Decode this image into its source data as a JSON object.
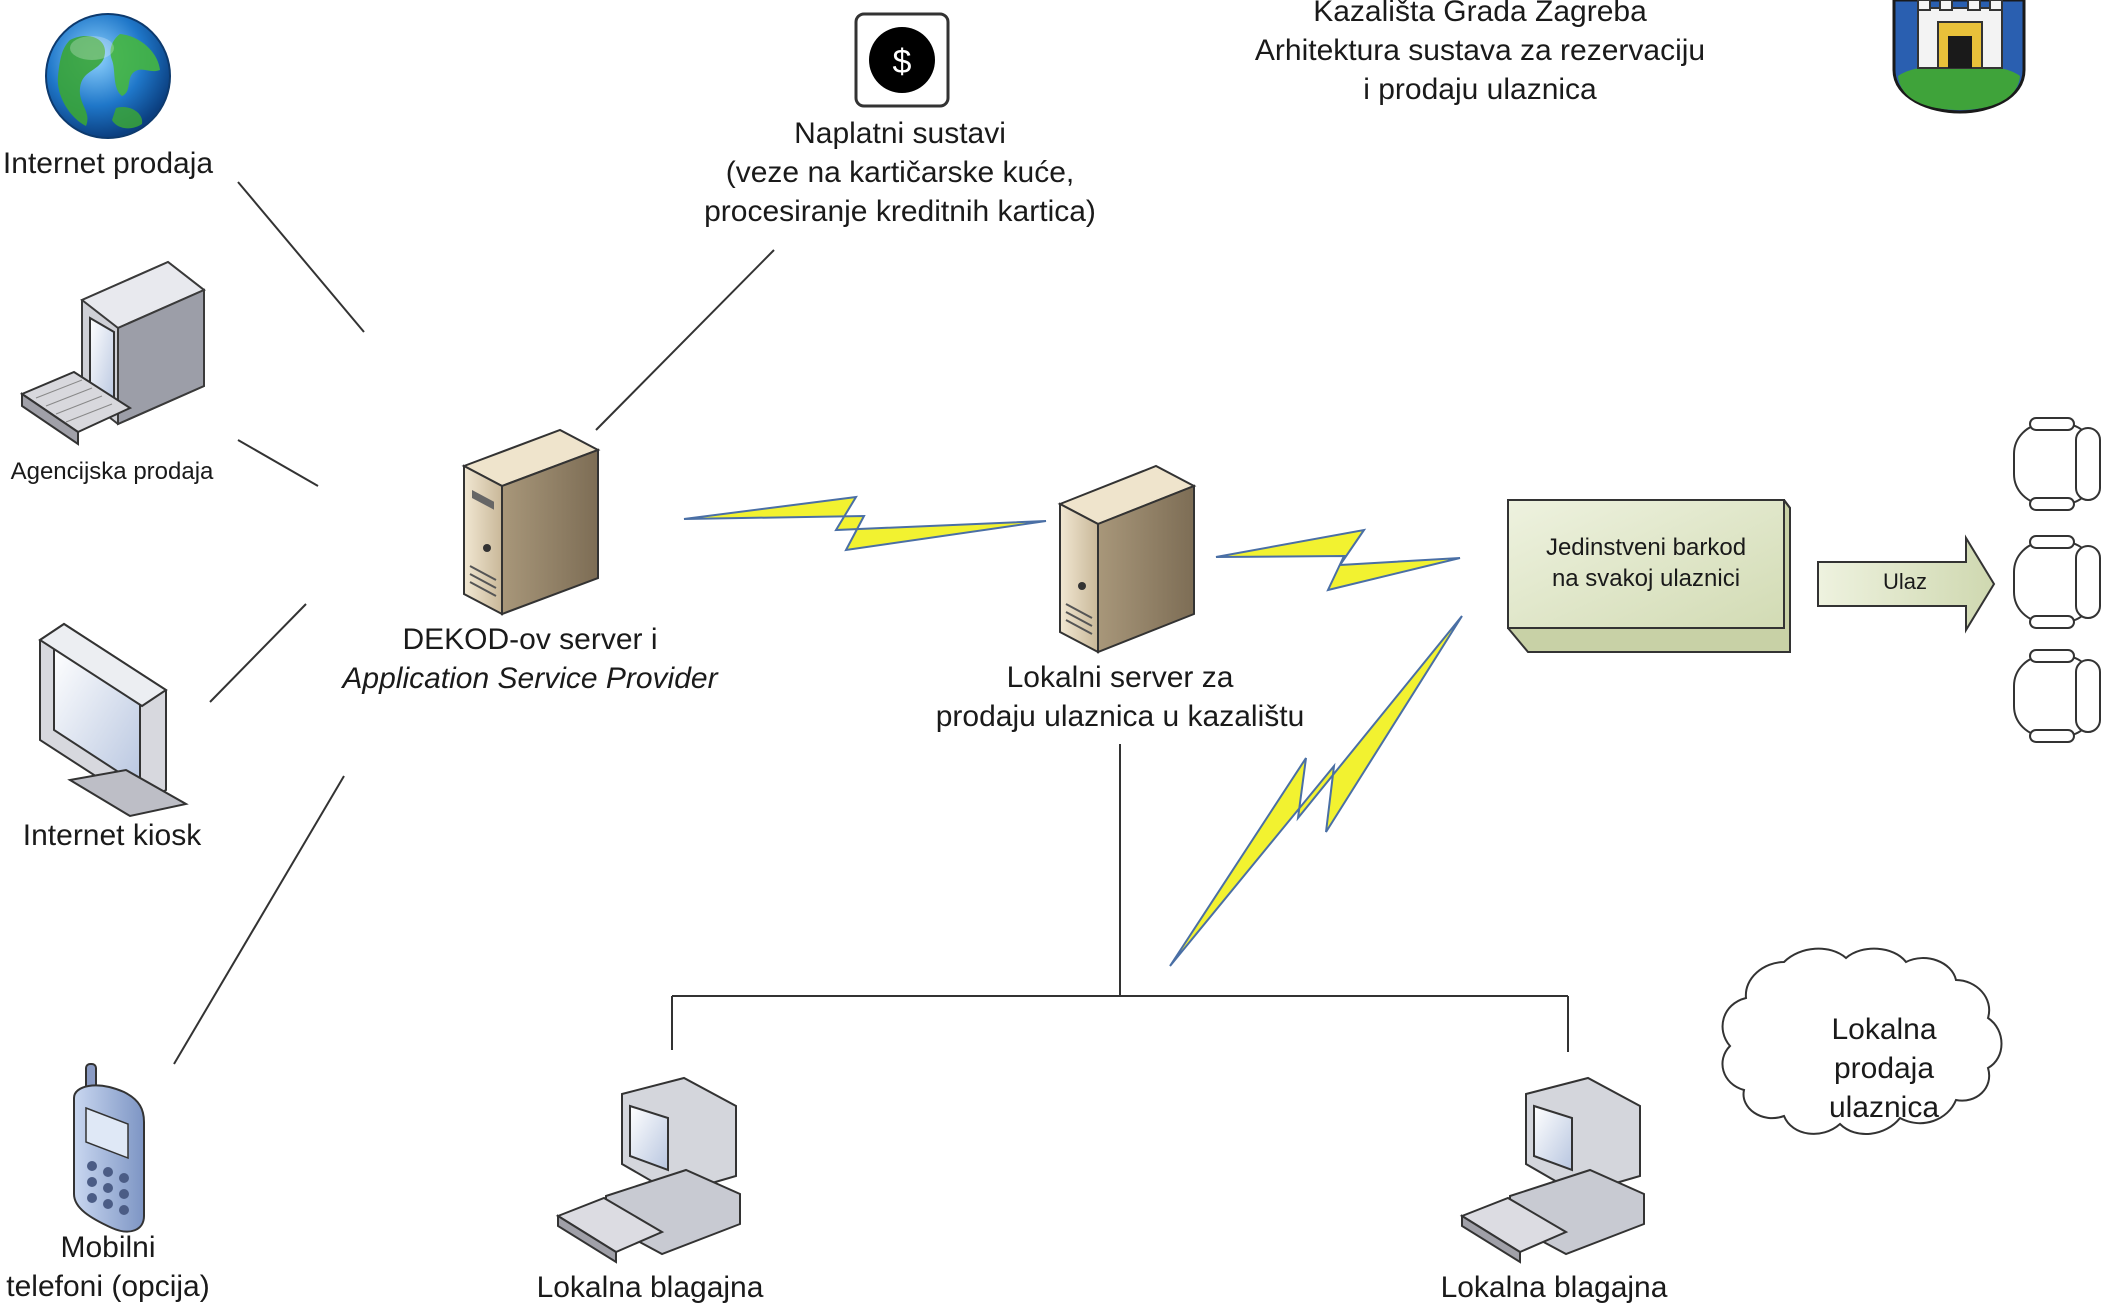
{
  "title": {
    "line1": "Kazališta Grada Zagreba",
    "line2": "Arhitektura sustava za rezervaciju",
    "line3": "i prodaju ulaznica"
  },
  "nodes": {
    "internet_prodaja": "Internet prodaja",
    "agencijska_prodaja": "Agencijska prodaja",
    "internet_kiosk": "Internet kiosk",
    "mobilni_line1": "Mobilni",
    "mobilni_line2": "telefoni (opcija)",
    "naplatni_line1": "Naplatni sustavi",
    "naplatni_line2": "(veze na kartičarske kuće,",
    "naplatni_line3": "procesiranje kreditnih kartica)",
    "naplatni_symbol": "$",
    "dekod_line1": "DEKOD-ov server i",
    "dekod_line2": "Application Service Provider",
    "lokalni_server_line1": "Lokalni server za",
    "lokalni_server_line2": "prodaju ulaznica u kazalištu",
    "barkod_line1": "Jedinstveni barkod",
    "barkod_line2": "na svakoj ulaznici",
    "ulaz": "Ulaz",
    "blagajna_left": "Lokalna blagajna",
    "blagajna_right": "Lokalna blagajna",
    "cloud_line1": "Lokalna",
    "cloud_line2": "prodaja",
    "cloud_line3": "ulaznica"
  },
  "colors": {
    "lightning": "#f2f230",
    "lightning_edge": "#4a6fa5",
    "box_fill": "#dfe6c9",
    "line": "#333333"
  }
}
